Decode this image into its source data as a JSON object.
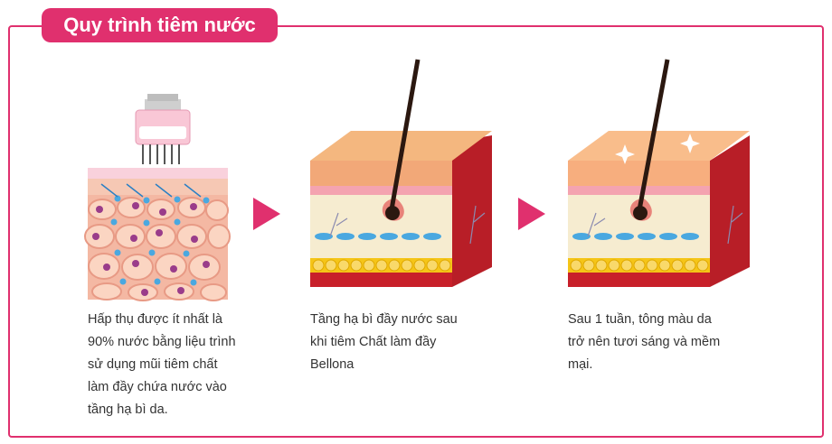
{
  "header": {
    "title": "Quy trình tiêm nước"
  },
  "device": {
    "brand": "Bellona"
  },
  "steps": [
    {
      "caption": "Hấp thụ được ít nhất là\n90% nước bằng liệu trình\nsử dụng mũi tiêm chất\nlàm đầy chứa nước vào\ntầng hạ bì da."
    },
    {
      "caption": "Tầng hạ bì đầy nước sau\nkhi tiêm Chất làm đầy\nBellona"
    },
    {
      "caption": "Sau 1 tuần, tông màu da\ntrở nên tươi sáng và mềm\nmại."
    }
  ],
  "colors": {
    "accent": "#e0306e",
    "skin": "#f2a878",
    "dermis": "#f6ecd0",
    "fat": "#f5c518",
    "muscle": "#c8202a"
  }
}
